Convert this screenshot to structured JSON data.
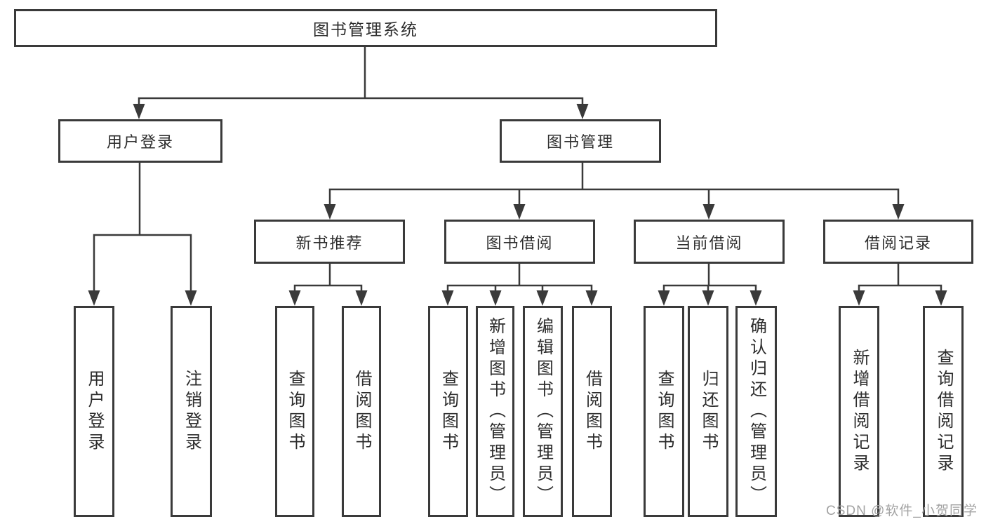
{
  "diagram": {
    "watermark": "CSDN @软件_小贺同学",
    "colors": {
      "line": "#3a3a3a",
      "box_border": "#3a3a3a",
      "box_fill": "#ffffff",
      "text": "#2d2d2d",
      "watermark": "#a3a3a3",
      "background": "#ffffff"
    },
    "root": {
      "label": "图书管理系统"
    },
    "branches": [
      {
        "label": "用户登录",
        "children": [
          {
            "label": "用户登录"
          },
          {
            "label": "注销登录"
          }
        ]
      },
      {
        "label": "图书管理",
        "children": [
          {
            "label": "新书推荐",
            "children": [
              {
                "label": "查询图书"
              },
              {
                "label": "借阅图书"
              }
            ]
          },
          {
            "label": "图书借阅",
            "children": [
              {
                "label": "查询图书"
              },
              {
                "label": "新增图书（管理员）"
              },
              {
                "label": "编辑图书（管理员）"
              },
              {
                "label": "借阅图书"
              }
            ]
          },
          {
            "label": "当前借阅",
            "children": [
              {
                "label": "查询图书"
              },
              {
                "label": "归还图书"
              },
              {
                "label": "确认归还（管理员）"
              }
            ]
          },
          {
            "label": "借阅记录",
            "children": [
              {
                "label": "新增借阅记录"
              },
              {
                "label": "查询借阅记录"
              }
            ]
          }
        ]
      }
    ]
  }
}
